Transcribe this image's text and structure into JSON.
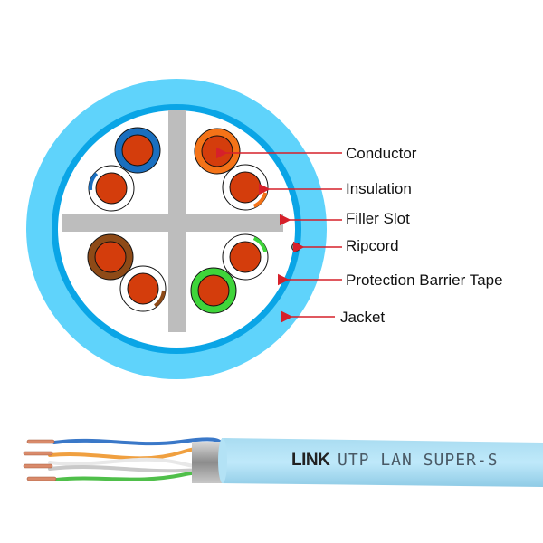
{
  "labels": {
    "conductor": "Conductor",
    "insulation": "Insulation",
    "filler_slot": "Filler Slot",
    "ripcord": "Ripcord",
    "protection_barrier_tape": "Protection Barrier Tape",
    "jacket": "Jacket"
  },
  "cable_print": {
    "brand": "LINK",
    "text": "UTP LAN SUPER-S"
  },
  "colors": {
    "jacket": "#5fd3fb",
    "barrier_tape": "#0aa5e6",
    "filler": "#bdbdbd",
    "conductor": "#d43d0c",
    "arrow": "#d6202a",
    "pair_blue": "#1a6fbf",
    "pair_orange": "#f47318",
    "pair_brown": "#8e4a17",
    "pair_green": "#3fd43a"
  }
}
